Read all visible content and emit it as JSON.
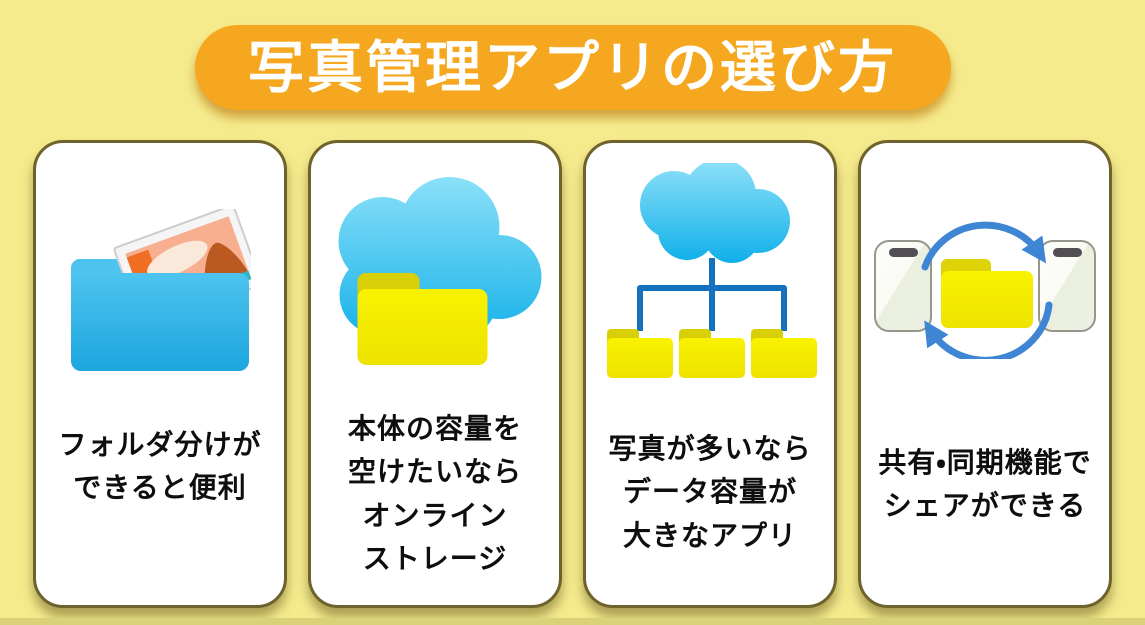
{
  "page": {
    "background_color": "#F5EB8D",
    "bottom_strip_color": "#DBD178"
  },
  "title": {
    "text": "写真管理アプリの選び方",
    "background_color": "#F5A71F",
    "text_color": "#FFFFFF"
  },
  "cards": [
    {
      "id": "folder-sort",
      "icon": "folder-with-photo-icon",
      "lines": [
        "フォルダ分けが",
        "できると便利"
      ]
    },
    {
      "id": "online-storage",
      "icon": "cloud-folder-icon",
      "lines": [
        "本体の容量を",
        "空けたいなら",
        "オンライン",
        "ストレージ"
      ]
    },
    {
      "id": "data-capacity",
      "icon": "cloud-folder-tree-icon",
      "lines": [
        "写真が多いなら",
        "データ容量が",
        "大きなアプリ"
      ]
    },
    {
      "id": "share-sync",
      "icon": "phones-sync-folder-icon",
      "lines": [
        "共有・同期機能で",
        "シェアができる"
      ]
    }
  ],
  "colors": {
    "accent_orange": "#F5A71F",
    "card_border": "#6E632C",
    "folder_blue": "#35B6E9",
    "folder_yellow": "#F7EF00",
    "folder_yellow_tab": "#D9CF07",
    "cloud_cyan": "#2BBCEE",
    "tree_line_blue": "#1471BD",
    "sync_arrow_blue": "#3E86D3",
    "photo_sky": "#F7AF90",
    "photo_mountain": "#BA5A20",
    "text_black": "#0E0E0E"
  }
}
